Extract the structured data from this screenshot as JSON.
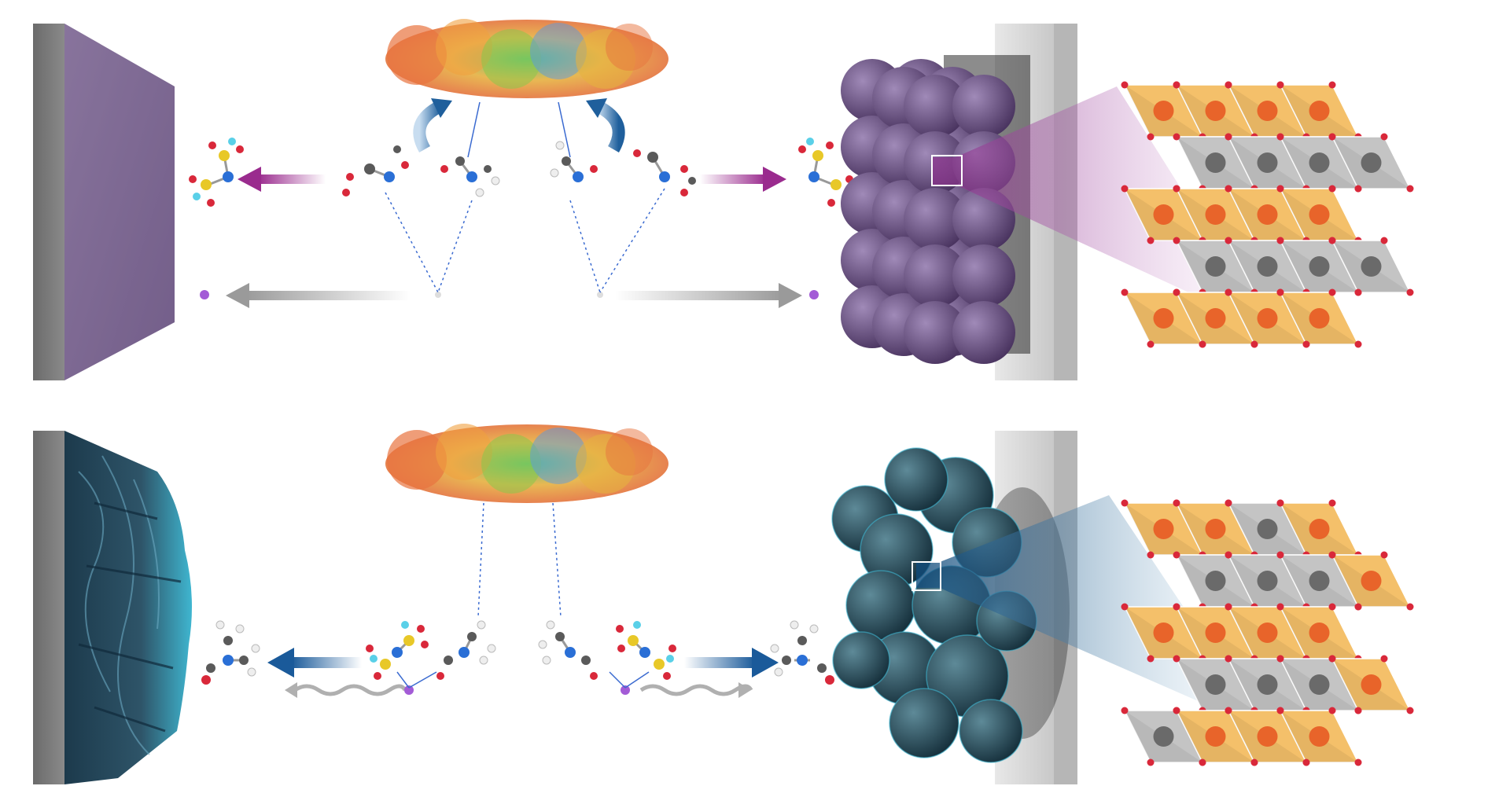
{
  "panels": [
    {
      "id": "top",
      "theme_color": "#7a4e8c",
      "arrow_color": "#9a2b8e",
      "state": "smooth"
    },
    {
      "id": "bottom",
      "theme_color": "#1a4f7a",
      "arrow_color": "#1a5a9a",
      "state": "rough"
    }
  ],
  "colors": {
    "orange_octahedron": "#f4c06a",
    "orange_atom": "#e8642a",
    "gray_octahedron": "#c4c4c4",
    "gray_atom": "#6a6a6a",
    "oxygen": "#d9283a",
    "lithium": "#a35bd6",
    "nitrogen": "#2a6fd6",
    "sulfur": "#e8c828",
    "fluorine": "#5ad0e8",
    "carbon": "#5a5a5a",
    "hydrogen": "#eeeeee"
  },
  "lattice_top": [
    [
      "o",
      "o",
      "o",
      "o"
    ],
    [
      "g",
      "g",
      "g",
      "g"
    ],
    [
      "o",
      "o",
      "o",
      "o"
    ],
    [
      "g",
      "g",
      "g",
      "g"
    ],
    [
      "o",
      "o",
      "o",
      "o"
    ]
  ],
  "lattice_bottom": [
    [
      "o",
      "o",
      "g",
      "o"
    ],
    [
      "g",
      "g",
      "g",
      "o"
    ],
    [
      "o",
      "o",
      "o",
      "o"
    ],
    [
      "g",
      "g",
      "g",
      "o"
    ],
    [
      "g",
      "o",
      "o",
      "o"
    ]
  ]
}
